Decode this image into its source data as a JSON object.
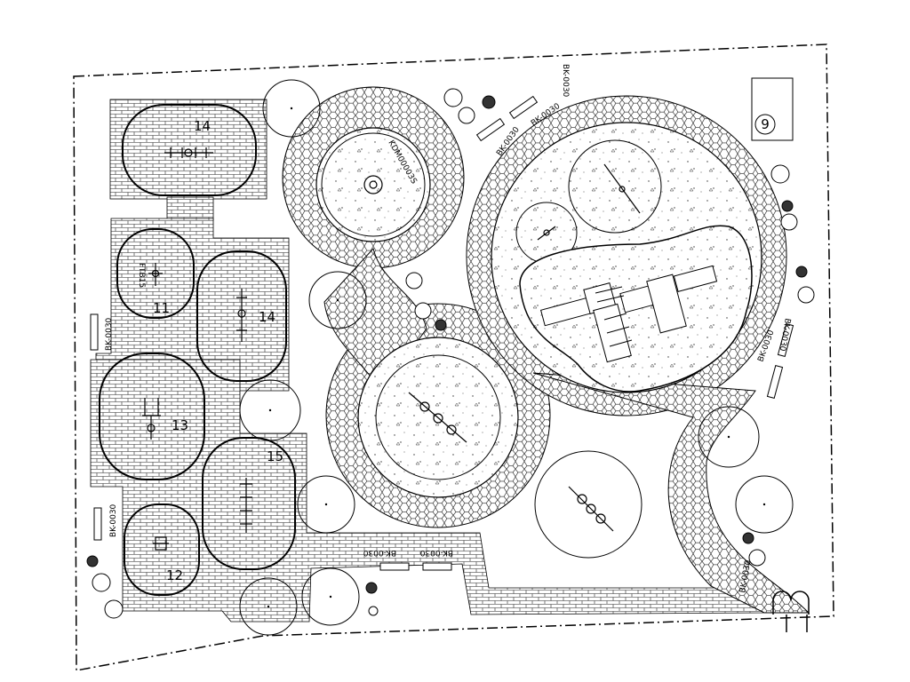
{
  "plan": {
    "zone_numbers": {
      "z14_top": "14",
      "z11": "11",
      "z14_mid": "14",
      "z13": "13",
      "z15": "15",
      "z12": "12",
      "z9": "9"
    },
    "equipment_codes": {
      "left_zone": "FTB15",
      "round_center": "KDM00003S"
    },
    "bench_codes": {
      "b1": "BK-0030",
      "b2": "BK-0030",
      "b3": "BK-0030",
      "b4": "BK-0030",
      "b5": "BK-0030",
      "b6": "BK-0030",
      "b7": "BK-0030",
      "b8": "BK-0030",
      "b9": "BK-0030",
      "b10": "BK-0030"
    }
  }
}
